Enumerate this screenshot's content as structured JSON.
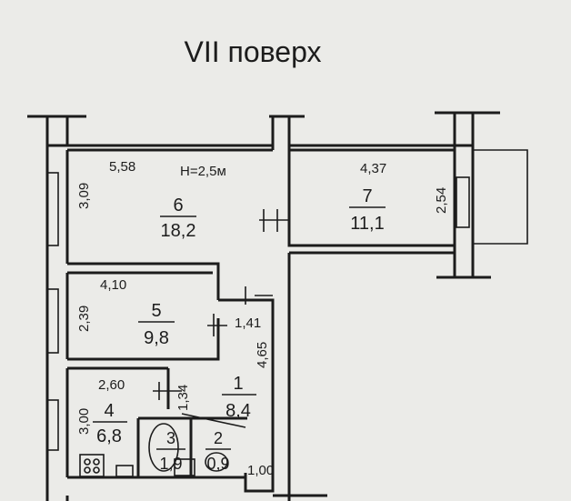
{
  "floor_title": "VII поверх",
  "ceiling_height": "Н=2,5м",
  "rooms": [
    {
      "id": "room-6",
      "number": "6",
      "area": "18,2",
      "dim_a": "5,58",
      "dim_b": "3,09"
    },
    {
      "id": "room-7",
      "number": "7",
      "area": "11,1",
      "dim_a": "4,37",
      "dim_b": "2,54"
    },
    {
      "id": "room-5",
      "number": "5",
      "area": "9,8",
      "dim_a": "4,10",
      "dim_b": "2,39"
    },
    {
      "id": "room-1",
      "number": "1",
      "area": "8,4",
      "dim_a": "1,41",
      "dim_b": "4,65"
    },
    {
      "id": "room-4",
      "number": "4",
      "area": "6,8",
      "dim_a": "2,60",
      "dim_b": "3,00"
    },
    {
      "id": "room-3",
      "number": "3",
      "area": "1,9",
      "dim_a": "1,34"
    },
    {
      "id": "room-2",
      "number": "2",
      "area": "0,9",
      "dim_a": "1,00"
    }
  ]
}
